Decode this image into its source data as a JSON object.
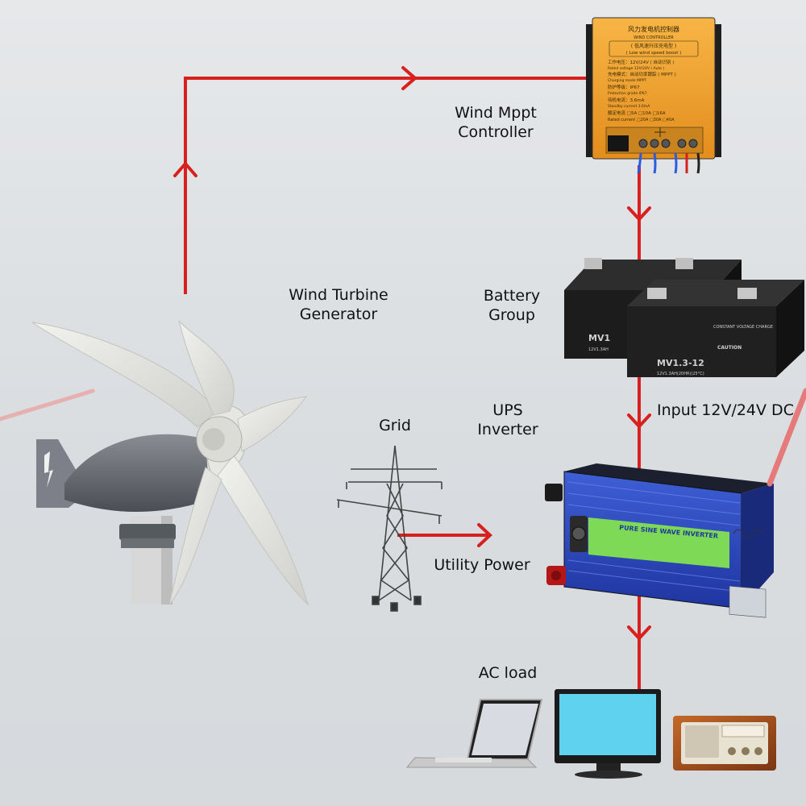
{
  "labels": {
    "controller": "Wind Mppt\nController",
    "turbine": "Wind Turbine\nGenerator",
    "battery": "Battery\nGroup",
    "ups": "UPS\nInverter",
    "grid": "Grid",
    "input": "Input 12V/24V DC",
    "utility": "Utility Power",
    "acload": "AC load"
  },
  "controller_panel": {
    "title_cn": "风力发电机控制器",
    "title_en": "WIND CONTROLLER",
    "subtitle_cn": "( 低风速升压充电型 )",
    "subtitle_en": "( Low wind speed boost )",
    "line1": "工作电压：12V/24V ( 自动识别 )",
    "line2": "Rated voltage 12V/24V ( Auto )",
    "line3": "充电模式：自动功率跟踪 ( MPPT )",
    "line4": "Charging mode MPPT",
    "line5": "防护等级：IP67",
    "line6": "Protection grade IP67",
    "line7": "待机电流：3.6mA",
    "line8": "Standby current 3.6mA",
    "line9": "额定电流  □5A  □10A  □16A",
    "line10": "Rated current  □20A  □30A  □40A"
  },
  "battery_front": {
    "model": "MV1.3-12",
    "header": "CONSTANT VOLTAGE CHARGE",
    "spec": "12V1.3AH(20HR)(25°C)",
    "caution": "CAUTION"
  },
  "battery_back": {
    "model": "MV1",
    "spec": "12V1.3AH"
  },
  "inverter": {
    "banner": "PURE SINE WAVE INVERTER"
  },
  "colors": {
    "arrow": "#d8201e",
    "controller": "#f0a230",
    "battery": "#1f1f1f",
    "inverter": "#2a45b8",
    "inverter_banner": "#7ed957"
  },
  "icons": [
    "wind-turbine-icon",
    "controller-icon",
    "battery-icon",
    "inverter-icon",
    "power-tower-icon",
    "laptop-icon",
    "monitor-icon",
    "radio-icon"
  ]
}
